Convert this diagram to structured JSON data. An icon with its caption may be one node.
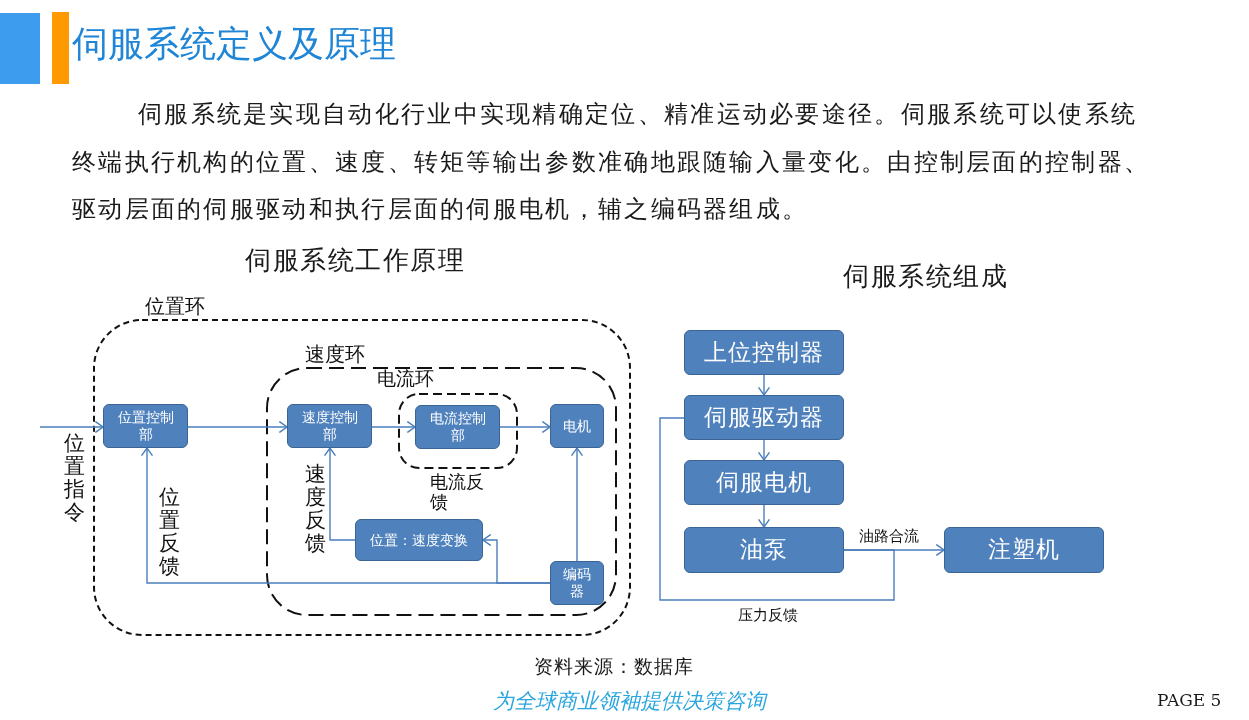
{
  "diagram": {
    "title": "伺服系统定义及原理",
    "nodes": [
      {
        "text": [
          "位置环"
        ]
      },
      {
        "text": [
          "位置控制部"
        ],
        "in": 0
      },
      {
        "text": [
          "速度环"
        ],
        "in": 0
      },
      {
        "text": [
          "速度控制部"
        ],
        "in": 2
      },
      {
        "text": [
          "电流环"
        ],
        "in": 2,
        "beside": [
          "电流反馈"
        ]
      },
      {
        "text": [
          "电流控制部"
        ],
        "in": 4
      },
      {
        "text": [
          "电机"
        ],
        "in": 2
      },
      {
        "text": [
          "位置：速度变换"
        ],
        "in": 2
      },
      {
        "text": [
          "编码器"
        ],
        "in": 2
      },
      {
        "text": [
          "上位控制器"
        ]
      },
      {
        "text": [
          "伺服驱动器"
        ]
      },
      {
        "text": [
          "伺服电机"
        ]
      },
      {
        "text": [
          "油泵"
        ]
      },
      {
        "text": [
          "注塑机"
        ]
      }
    ],
    "edges": [
      {
        "from": null,
        "to": 1,
        "arrow": "to",
        "label": "位置指令"
      },
      {
        "from": 1,
        "to": 3,
        "arrow": "to"
      },
      {
        "from": 3,
        "to": 5,
        "arrow": "to"
      },
      {
        "from": 5,
        "to": 6,
        "arrow": "to"
      },
      {
        "from": 8,
        "to": 6,
        "arrow": "to"
      },
      {
        "from": 8,
        "to": 7,
        "arrow": "to"
      },
      {
        "from": 8,
        "to": 1,
        "arrow": "to",
        "label": "位置反馈"
      },
      {
        "from": 7,
        "to": 3,
        "arrow": "to",
        "label": "速度反馈"
      },
      {
        "from": 9,
        "to": 10,
        "arrow": "to"
      },
      {
        "from": 10,
        "to": 11,
        "arrow": "to"
      },
      {
        "from": 11,
        "to": 12,
        "arrow": "to"
      },
      {
        "from": 12,
        "to": 13,
        "arrow": "to",
        "label": "油路合流"
      },
      {
        "from": 12,
        "to": 10,
        "arrow": "none",
        "label": "压力反馈"
      }
    ],
    "labels": [
      "伺服系统是实现自动化行业中实现精确定位、精准运动必要途径。伺服系统可以使系统终端执行机构的位置、速度、转矩等输出参数准确地跟随输入量变化。由控制层面的控制器、驱动层面的伺服驱动和执行层面的伺服电机，辅之编码器组成。",
      "伺服系统工作原理",
      "伺服系统组成",
      "资料来源：数据库",
      "为全球商业领袖提供决策咨询",
      "PAGE 5"
    ]
  }
}
